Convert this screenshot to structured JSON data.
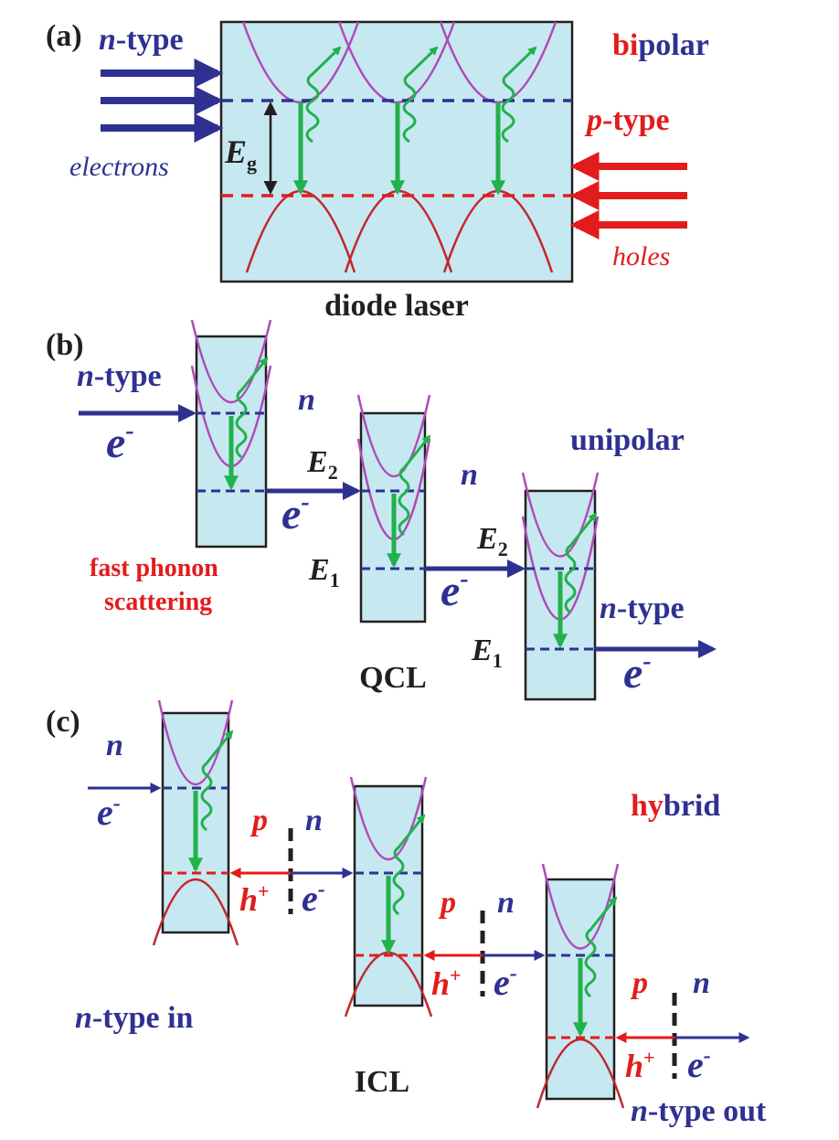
{
  "panel_a": {
    "label": "(a)",
    "n_prefix": "n",
    "type_suffix": "-type",
    "p_prefix": "p",
    "electrons": "electrons",
    "holes": "holes",
    "eg_main": "E",
    "eg_sub": "g",
    "bipolar_red": "bi",
    "bipolar_blue": "polar",
    "caption": "diode laser"
  },
  "panel_b": {
    "label": "(b)",
    "n_prefix": "n",
    "type_suffix": "-type",
    "electron_main": "e",
    "electron_sup": "-",
    "n_label": "n",
    "e_main": "E",
    "e2_sub": "2",
    "e1_sub": "1",
    "unipolar": "unipolar",
    "scatter_line1": "fast phonon",
    "scatter_line2": "scattering",
    "caption": "QCL"
  },
  "panel_c": {
    "label": "(c)",
    "n_label": "n",
    "p_label": "p",
    "electron_main": "e",
    "electron_sup": "-",
    "hole_main": "h",
    "hole_sup": "+",
    "hybrid_red": "hy",
    "hybrid_blue": "brid",
    "ntype_in_suffix": "-type in",
    "ntype_out_suffix": "-type out",
    "caption": "ICL"
  },
  "colors": {
    "blue": "#2e3192",
    "red": "#e21c1c",
    "green": "#22b14c",
    "magenta": "#b04ab8",
    "well_fill": "#c6e8f1"
  }
}
